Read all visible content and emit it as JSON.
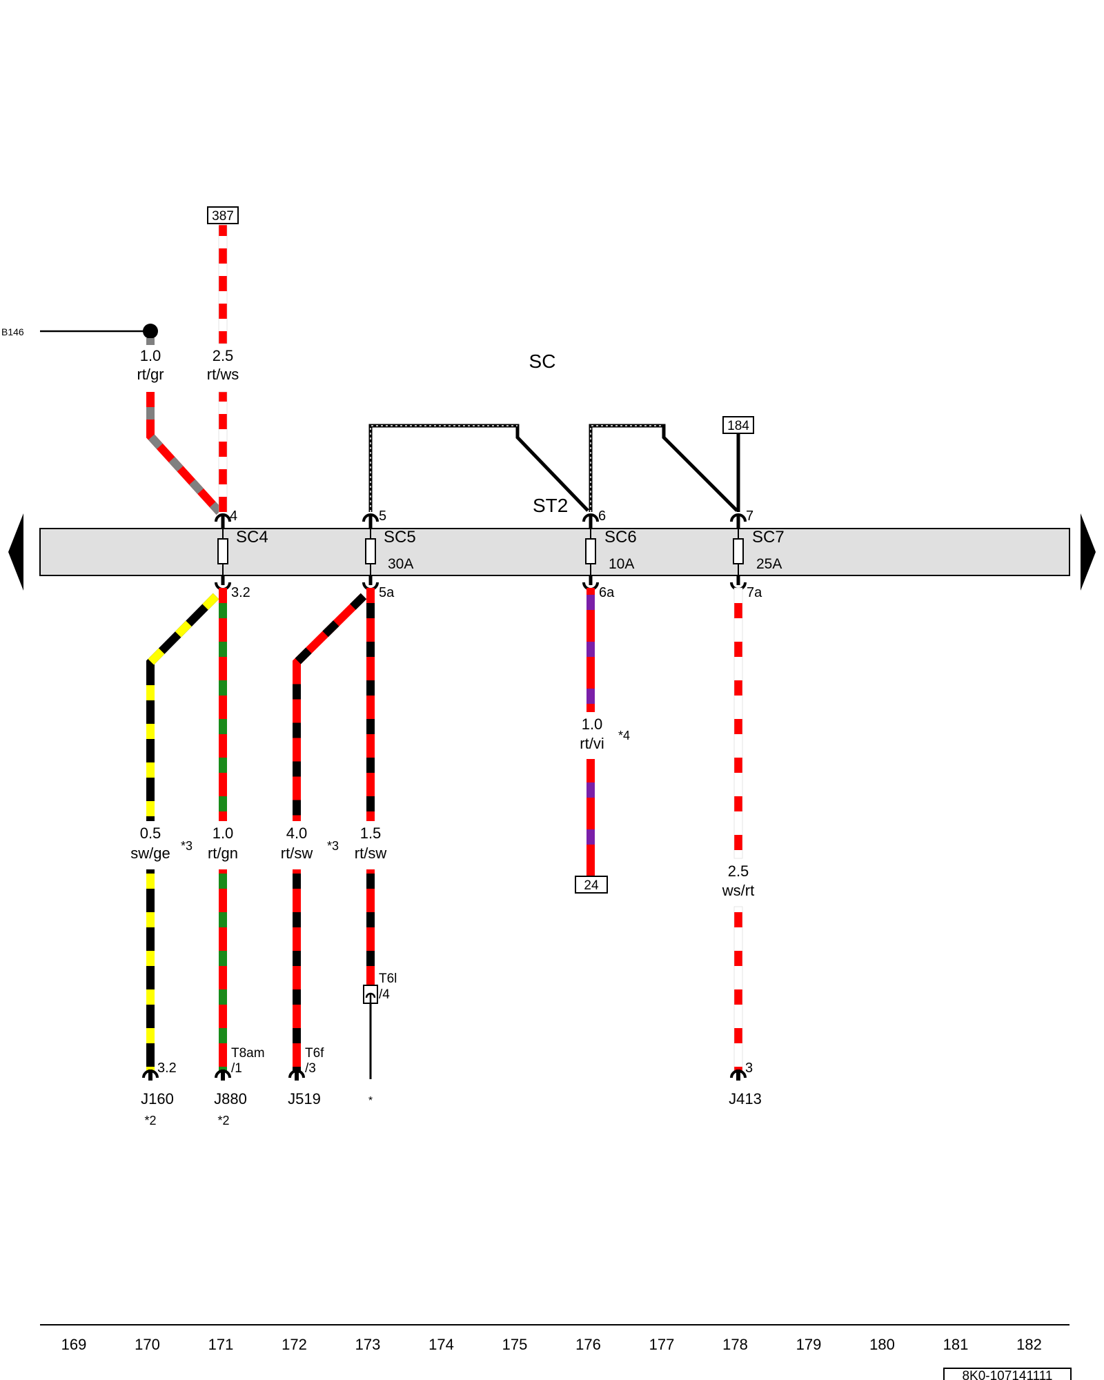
{
  "diagram": {
    "bus_label": "SC",
    "st_label": "ST2",
    "ref_top_387": "387",
    "ref_top_184": "184",
    "ref_bottom_24": "24",
    "b146_label": "B146",
    "doc_code": "8K0-107141111",
    "fuses": [
      {
        "name": "SC4",
        "rating": ""
      },
      {
        "name": "SC5",
        "rating": "30A"
      },
      {
        "name": "SC6",
        "rating": "10A"
      },
      {
        "name": "SC7",
        "rating": "25A"
      }
    ],
    "pins_top": [
      "4",
      "5",
      "6",
      "7"
    ],
    "pins_bottom": [
      "3.2",
      "5a",
      "6a",
      "7a"
    ],
    "wires_top": [
      {
        "gauge": "1.0",
        "color": "rt/gr"
      },
      {
        "gauge": "2.5",
        "color": "rt/ws"
      }
    ],
    "wires_bottom": [
      {
        "gauge": "0.5",
        "color": "sw/ge",
        "note": "*3"
      },
      {
        "gauge": "1.0",
        "color": "rt/gn",
        "note": ""
      },
      {
        "gauge": "4.0",
        "color": "rt/sw",
        "note": "*3"
      },
      {
        "gauge": "1.5",
        "color": "rt/sw",
        "note": ""
      },
      {
        "gauge": "1.0",
        "color": "rt/vi",
        "note": "*4"
      },
      {
        "gauge": "2.5",
        "color": "ws/rt",
        "note": ""
      }
    ],
    "connectors": {
      "t6l": "T6l",
      "t6l_pin": "/4",
      "t8am": "T8am",
      "t8am_pin": "/1",
      "t6f": "T6f",
      "t6f_pin": "/3",
      "j160_pin": "3.2",
      "j413_pin": "3"
    },
    "components": [
      {
        "name": "J160",
        "note": "*2"
      },
      {
        "name": "J880",
        "note": "*2"
      },
      {
        "name": "J519",
        "note": ""
      },
      {
        "name": "*",
        "note": ""
      },
      {
        "name": "J413",
        "note": ""
      }
    ],
    "track_numbers": [
      "169",
      "170",
      "171",
      "172",
      "173",
      "174",
      "175",
      "176",
      "177",
      "178",
      "179",
      "180",
      "181",
      "182"
    ],
    "colors": {
      "rt": "#ff0000",
      "ws": "#ffffff",
      "gr": "#808080",
      "gn": "#1a8a1a",
      "sw": "#000000",
      "ge": "#ffff00",
      "vi": "#7a1fa8",
      "bus_fill": "#e0e0e0"
    }
  }
}
